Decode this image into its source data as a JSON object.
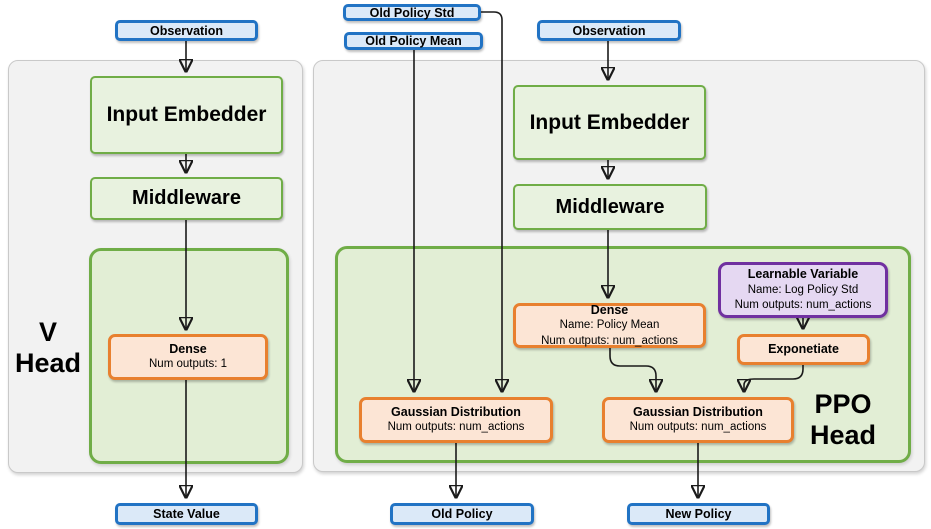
{
  "diagram": {
    "v_head": {
      "observation": "Observation",
      "input_embedder": "Input Embedder",
      "middleware": "Middleware",
      "dense_title": "Dense",
      "dense_outputs": "Num outputs: 1",
      "head_line1": "V",
      "head_line2": "Head",
      "output": "State Value"
    },
    "ppo_head": {
      "old_policy_std": "Old Policy Std",
      "old_policy_mean": "Old Policy Mean",
      "observation": "Observation",
      "input_embedder": "Input Embedder",
      "middleware": "Middleware",
      "dense_title": "Dense",
      "dense_name": "Name: Policy Mean",
      "dense_outputs": "Num outputs: num_actions",
      "learnable_title": "Learnable Variable",
      "learnable_name": "Name: Log Policy Std",
      "learnable_outputs": "Num outputs: num_actions",
      "exponetiate": "Exponetiate",
      "gaussian_old_title": "Gaussian Distribution",
      "gaussian_old_outputs": "Num outputs: num_actions",
      "gaussian_new_title": "Gaussian Distribution",
      "gaussian_new_outputs": "Num outputs: num_actions",
      "head_line1": "PPO",
      "head_line2": "Head",
      "output_old": "Old Policy",
      "output_new": "New Policy"
    },
    "colors": {
      "blue_border": "#2173c4",
      "blue_fill": "#dbe9f8",
      "green_border": "#70ad47",
      "green_fill": "#e8f2df",
      "green_container_fill": "#e2eed5",
      "orange_border": "#e8802f",
      "orange_fill": "#fce5d5",
      "purple_border": "#7030a0",
      "purple_fill": "#e5d8f2",
      "panel_fill": "#f2f2f2",
      "panel_border": "#c9c9c9",
      "line": "#1a1a1a"
    }
  }
}
